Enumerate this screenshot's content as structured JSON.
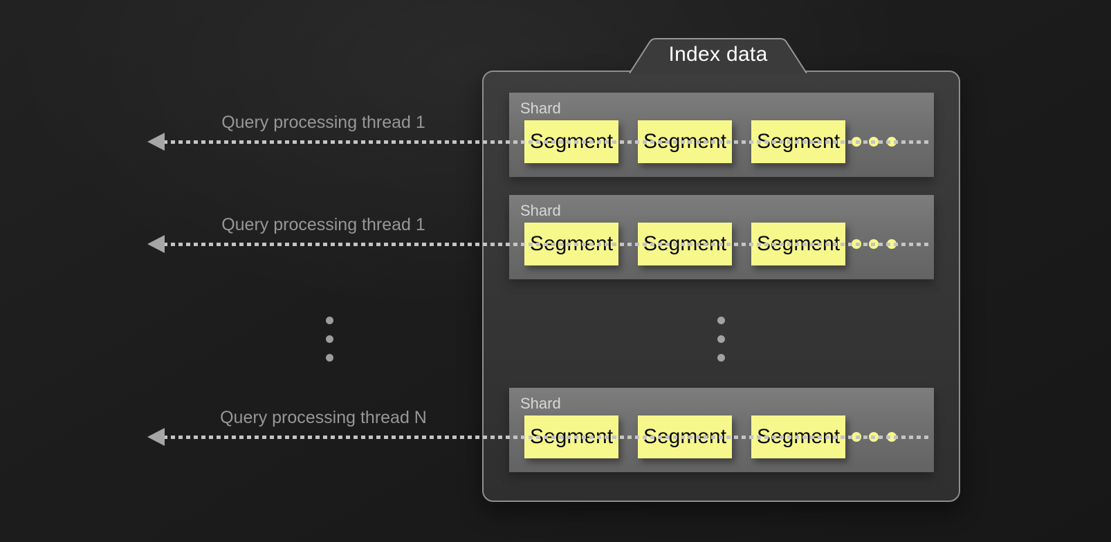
{
  "diagram": {
    "index_group": {
      "tab_label": "Index data",
      "shards": [
        {
          "label": "Shard",
          "segments": [
            "Segment",
            "Segment",
            "Segment"
          ],
          "trailing_dots": 3
        },
        {
          "label": "Shard",
          "segments": [
            "Segment",
            "Segment",
            "Segment"
          ],
          "trailing_dots": 3
        },
        {
          "label": "Shard",
          "segments": [
            "Segment",
            "Segment",
            "Segment"
          ],
          "trailing_dots": 3
        }
      ],
      "vertical_ellipsis_dots": 3
    },
    "threads": [
      {
        "label": "Query processing thread 1"
      },
      {
        "label": "Query processing thread 1"
      },
      {
        "label": "Query processing thread N"
      }
    ],
    "left_vertical_ellipsis_dots": 3,
    "colors": {
      "background": "#1c1c1c",
      "container_fill": "#363636",
      "container_border": "#8f8f8f",
      "tab_fill": "#3b3b3b",
      "shard_fill": "#717171",
      "segment_fill": "#f7f88c",
      "segment_text": "#0a0a0a",
      "thread_line": "#c4c4c4",
      "arrowhead": "#a6a6a6",
      "muted_text": "#979797",
      "shard_label_text": "#d8d8d8",
      "tab_text": "#ffffff"
    }
  }
}
